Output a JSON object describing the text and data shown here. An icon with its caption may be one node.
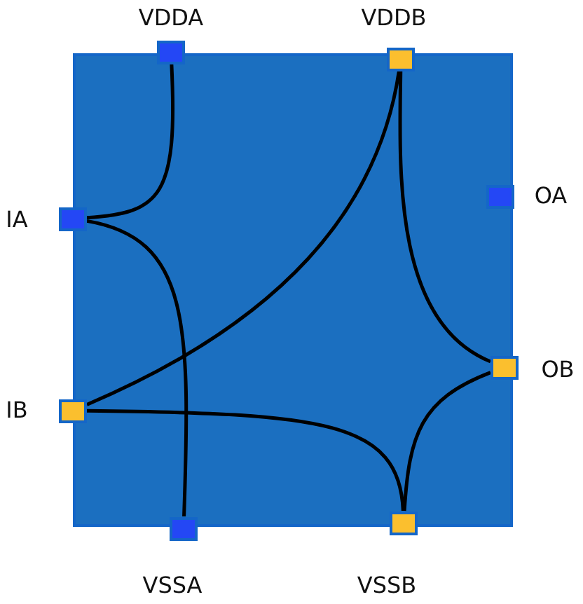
{
  "diagram": {
    "nodes": [
      {
        "text": [],
        "shape": "box",
        "beside": [
          "VDDA"
        ]
      },
      {
        "text": [],
        "shape": "box",
        "beside": [
          "VDDB"
        ]
      },
      {
        "text": [],
        "shape": "box",
        "beside": [
          "IA"
        ]
      },
      {
        "text": [],
        "shape": "box",
        "beside": [
          "OA"
        ]
      },
      {
        "text": [],
        "shape": "box",
        "beside": [
          "IB"
        ]
      },
      {
        "text": [],
        "shape": "box",
        "beside": [
          "OB"
        ]
      },
      {
        "text": [],
        "shape": "box",
        "beside": [
          "VSSA"
        ]
      },
      {
        "text": [],
        "shape": "box",
        "beside": [
          "VSSB"
        ]
      }
    ],
    "edges": [
      {
        "from": 0,
        "to": 2,
        "arrow": "none"
      },
      {
        "from": 2,
        "to": 6,
        "arrow": "none"
      },
      {
        "from": 1,
        "to": 4,
        "arrow": "none"
      },
      {
        "from": 1,
        "to": 5,
        "arrow": "none"
      },
      {
        "from": 4,
        "to": 7,
        "arrow": "none"
      },
      {
        "from": 5,
        "to": 7,
        "arrow": "none"
      }
    ]
  }
}
